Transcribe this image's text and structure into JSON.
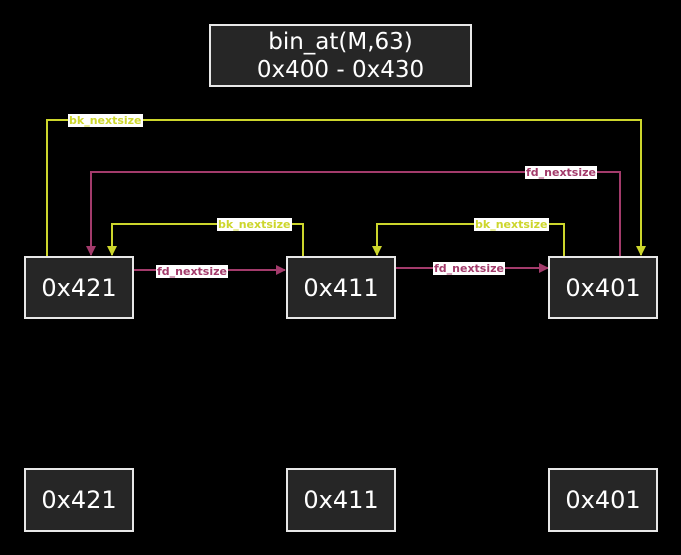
{
  "title": {
    "line1": "bin_at(M,63)",
    "line2": "0x400 - 0x430"
  },
  "linked_row": {
    "nodes": [
      "0x421",
      "0x411",
      "0x401"
    ]
  },
  "plain_row": {
    "nodes": [
      "0x421",
      "0x411",
      "0x401"
    ]
  },
  "edges": {
    "bk_outer": "bk_nextsize",
    "fd_outer": "fd_nextsize",
    "bk_421_411": "bk_nextsize",
    "bk_411_401": "bk_nextsize",
    "fd_421_411": "fd_nextsize",
    "fd_411_401": "fd_nextsize"
  },
  "colors": {
    "background": "#000000",
    "node_fill": "#262626",
    "node_border": "#e8e8e8",
    "bk_nextsize": "#cdd62c",
    "fd_nextsize": "#a33b6b"
  }
}
